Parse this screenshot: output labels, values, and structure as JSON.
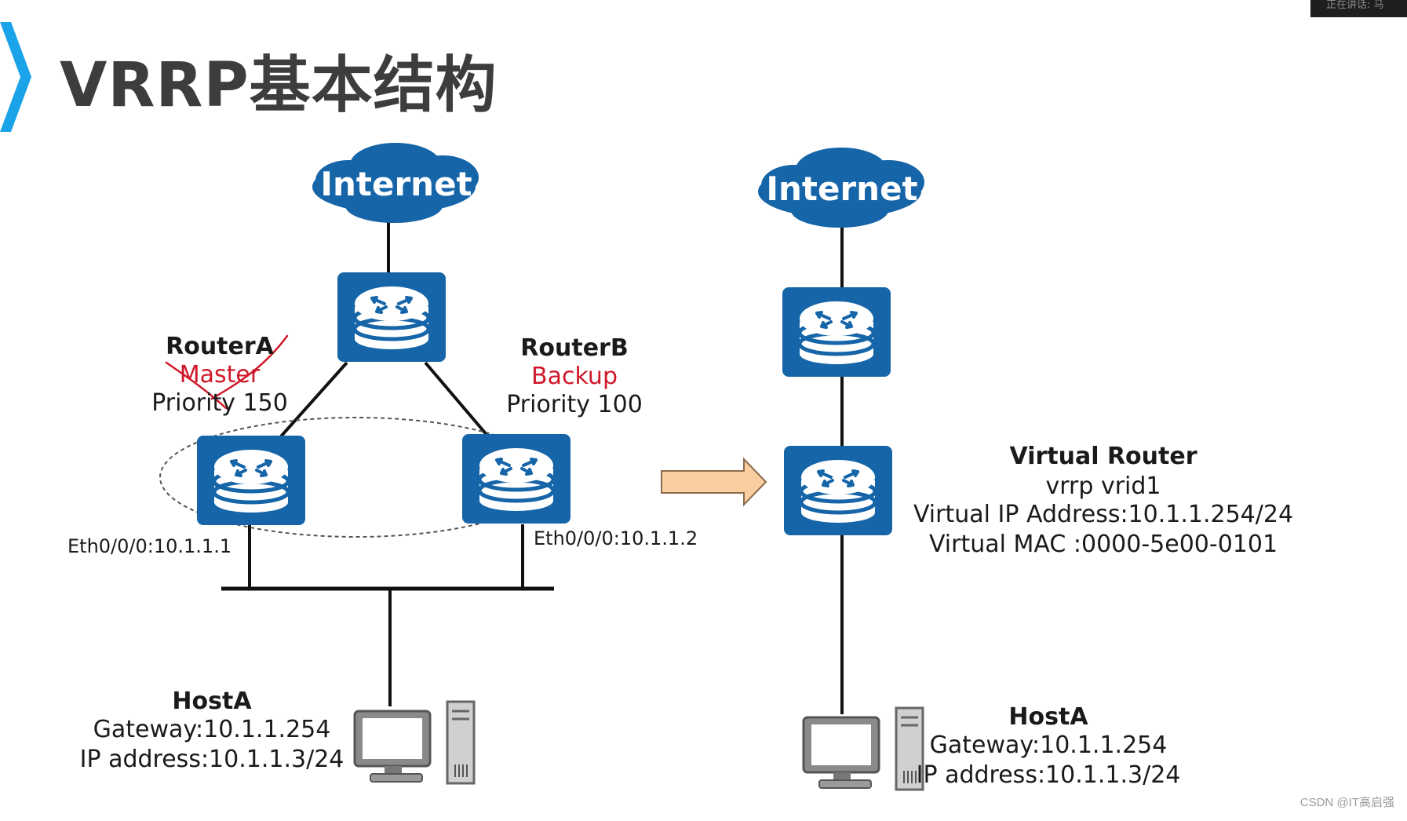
{
  "title": "VRRP基本结构",
  "top_bar_text": "正在讲话: 马",
  "watermark": "CSDN @IT高启强",
  "left": {
    "cloud_label": "Internet",
    "routerA": {
      "name": "RouterA",
      "role": "Master",
      "priority": "Priority 150",
      "iface": "Eth0/0/0:10.1.1.1"
    },
    "routerB": {
      "name": "RouterB",
      "role": "Backup",
      "priority": "Priority 100",
      "iface": "Eth0/0/0:10.1.1.2"
    },
    "host": {
      "name": "HostA",
      "gateway": "Gateway:10.1.1.254",
      "ip": "IP address:10.1.1.3/24"
    }
  },
  "right": {
    "cloud_label": "Internet",
    "virtual_router": {
      "name": "Virtual Router",
      "vrid": "vrrp vrid1",
      "vip": "Virtual IP Address:10.1.1.254/24",
      "vmac": "Virtual MAC :0000-5e00-0101"
    },
    "host": {
      "name": "HostA",
      "gateway": "Gateway:10.1.1.254",
      "ip": "IP address:10.1.1.3/24"
    }
  },
  "colors": {
    "router": "#1565a8",
    "cloud": "#1565a8",
    "arrow_fill": "#f9cfa2",
    "arrow_stroke": "#8c6a4c",
    "title_chevron": "#1aa3e8",
    "annotation": "#d0182a"
  }
}
